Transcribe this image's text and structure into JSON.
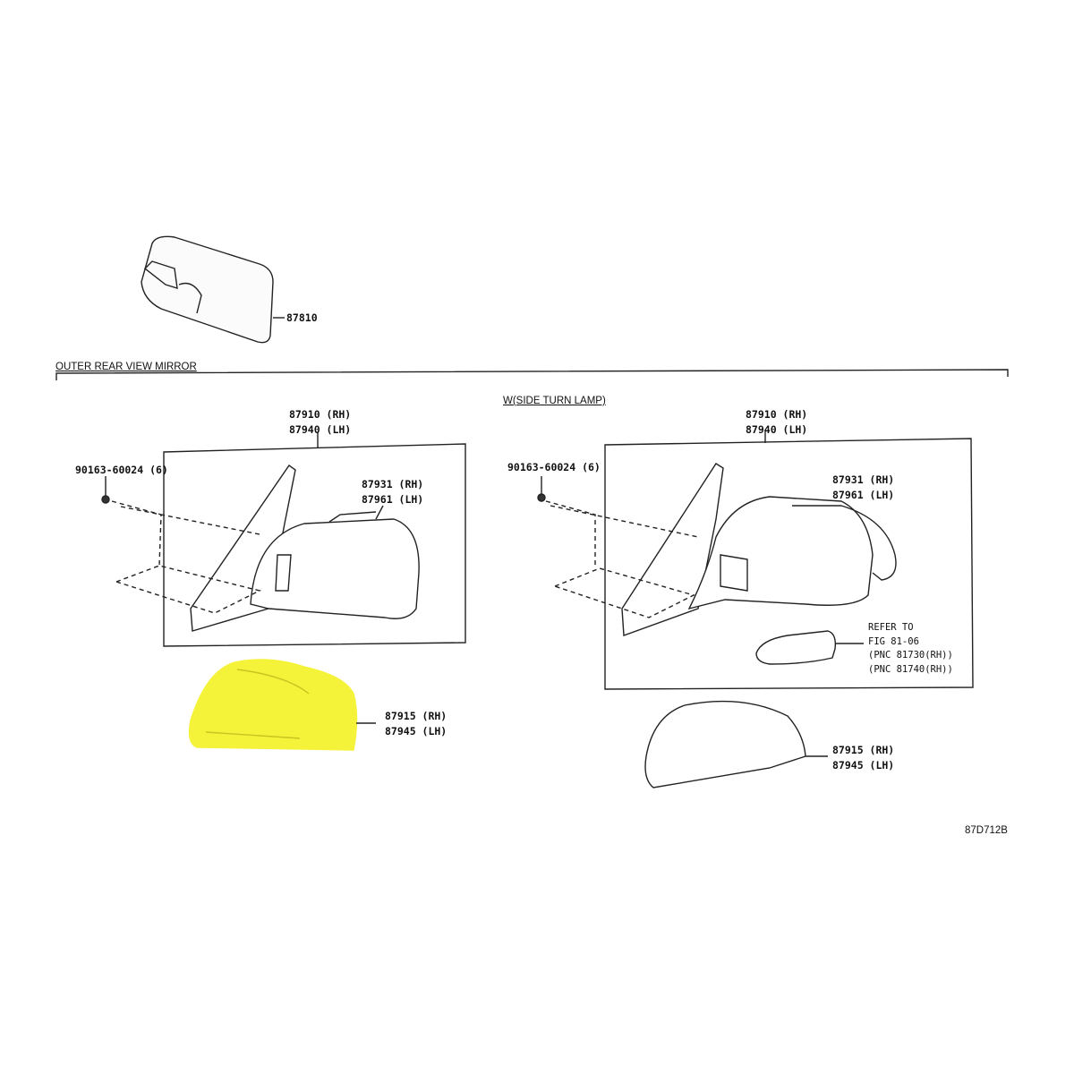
{
  "section_title": "OUTER REAR VIEW MIRROR",
  "variant_title": "W(SIDE TURN LAMP)",
  "figure_code": "87D712B",
  "highlight_color": "#f5f23a",
  "inner_mirror": {
    "part": "87810"
  },
  "left_group": {
    "assembly": [
      "87910 (RH)",
      "87940 (LH)"
    ],
    "screw": "90163-60024 (6)",
    "cover_inner": [
      "87931 (RH)",
      "87961 (LH)"
    ],
    "cover_outer": [
      "87915 (RH)",
      "87945 (LH)"
    ]
  },
  "right_group": {
    "assembly": [
      "87910 (RH)",
      "87940 (LH)"
    ],
    "screw": "90163-60024 (6)",
    "cover_inner": [
      "87931 (RH)",
      "87961 (LH)"
    ],
    "refer": [
      "REFER TO",
      "FIG 81-06",
      "(PNC 81730(RH))",
      "(PNC 81740(RH))"
    ],
    "cover_outer": [
      "87915 (RH)",
      "87945 (LH)"
    ]
  }
}
